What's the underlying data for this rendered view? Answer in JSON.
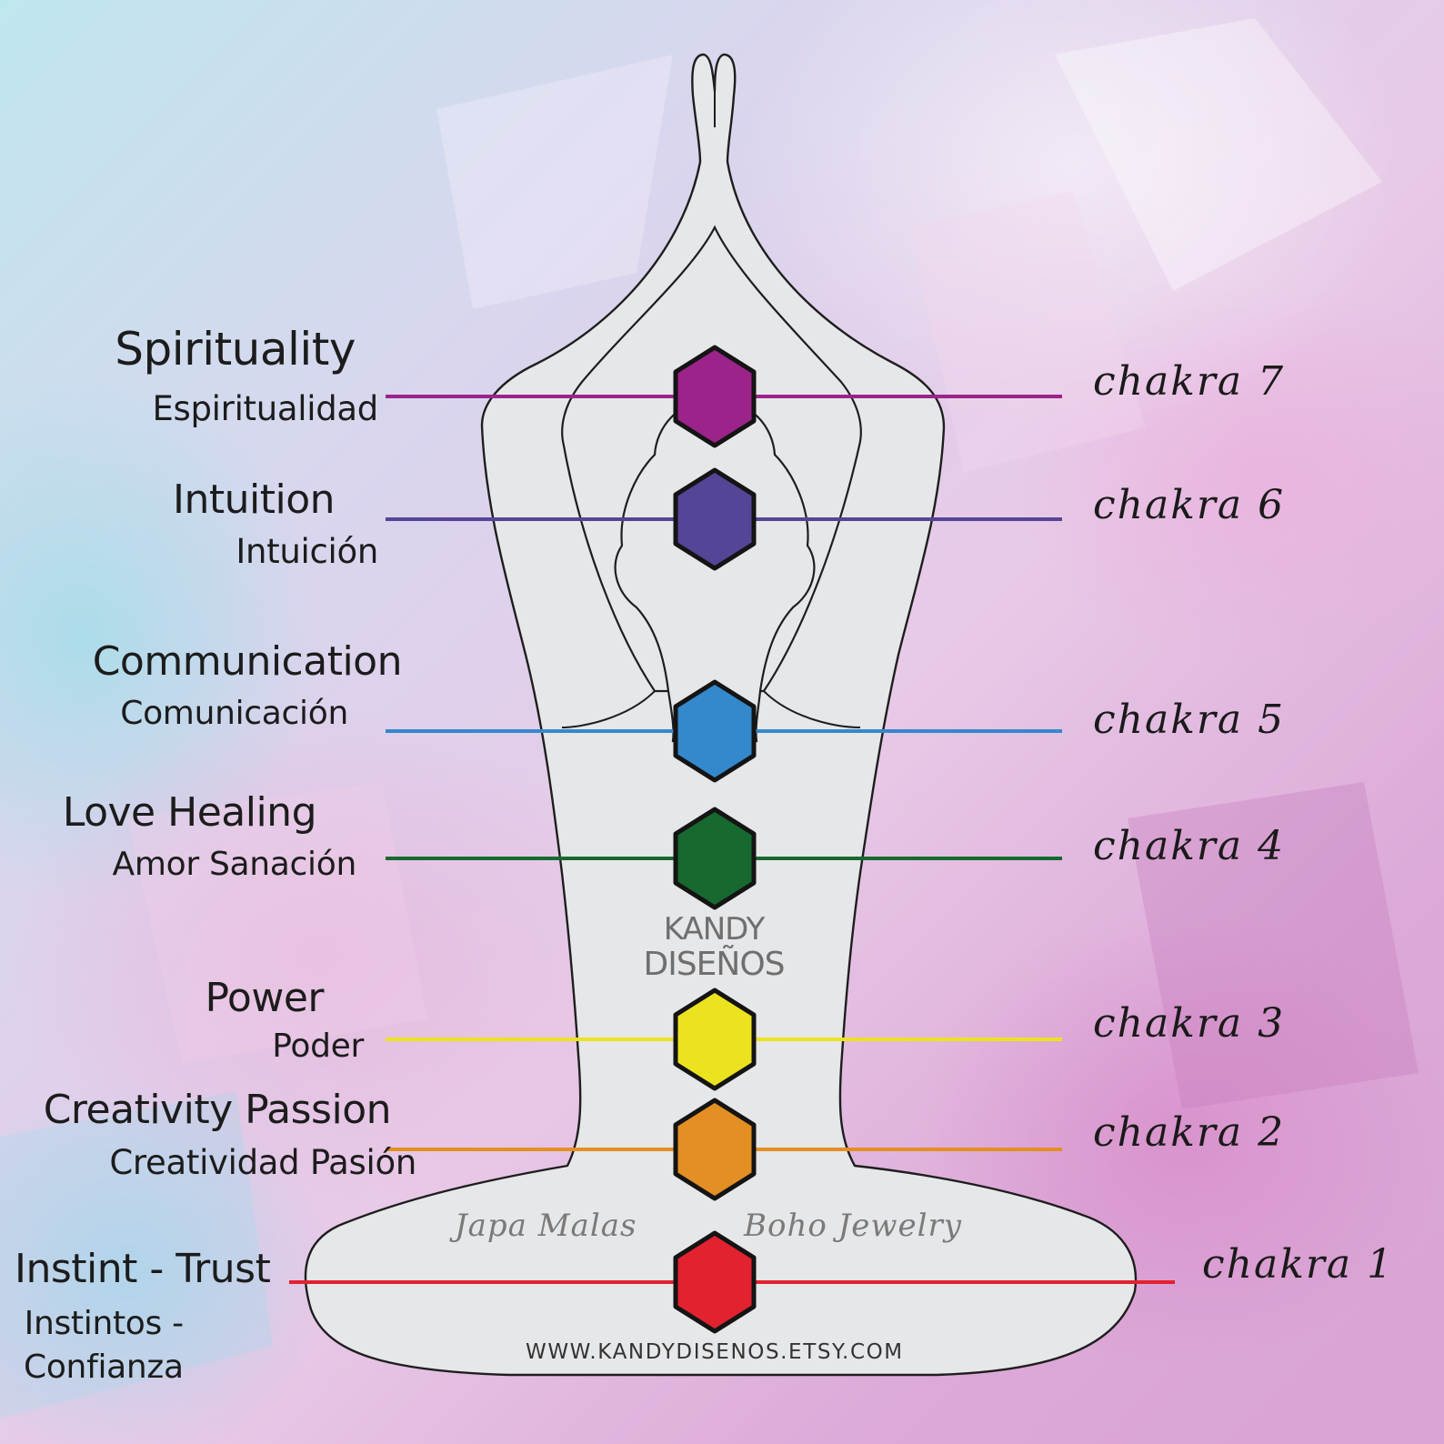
{
  "chakras": [
    {
      "number_label": "chakra 7",
      "english": "Spirituality",
      "spanish": "Espiritualidad",
      "color": "#9b2389"
    },
    {
      "number_label": "chakra 6",
      "english": "Intuition",
      "spanish": "Intuición",
      "color": "#564497"
    },
    {
      "number_label": "chakra 5",
      "english": "Communication",
      "spanish": "Comunicación",
      "color": "#3488cc"
    },
    {
      "number_label": "chakra 4",
      "english": "Love Healing",
      "spanish": "Amor Sanación",
      "color": "#17692f"
    },
    {
      "number_label": "chakra 3",
      "english": "Power",
      "spanish": "Poder",
      "color": "#ebe31f"
    },
    {
      "number_label": "chakra 2",
      "english": "Creativity Passion",
      "spanish": "Creatividad Pasión",
      "color": "#e38f24"
    },
    {
      "number_label": "chakra 1",
      "english": "Instint - Trust",
      "spanish": "Instintos -\nConfianza",
      "color": "#e2222f"
    }
  ],
  "brand": {
    "line1": "KANDY",
    "line2": "DISEÑOS"
  },
  "tagline_left": "Japa Malas",
  "tagline_right": "Boho Jewelry",
  "url": "WWW.KANDYDISENOS.ETSY.COM",
  "colors": {
    "figure_fill": "#e6e7e9",
    "outline": "#1e1e1e",
    "hex_stroke": "#141414"
  }
}
